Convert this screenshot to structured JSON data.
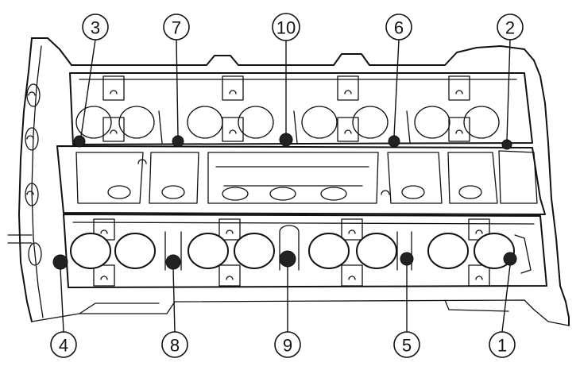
{
  "diagram": {
    "callouts_top": [
      {
        "label": "3",
        "bolt_index": 0
      },
      {
        "label": "7",
        "bolt_index": 1
      },
      {
        "label": "10",
        "bolt_index": 2
      },
      {
        "label": "6",
        "bolt_index": 3
      },
      {
        "label": "2",
        "bolt_index": 4
      }
    ],
    "callouts_bottom": [
      {
        "label": "4",
        "bolt_index": 5
      },
      {
        "label": "8",
        "bolt_index": 6
      },
      {
        "label": "9",
        "bolt_index": 7
      },
      {
        "label": "5",
        "bolt_index": 8
      },
      {
        "label": "1",
        "bolt_index": 9
      }
    ],
    "colors": {
      "ink": "#111111",
      "paper": "#ffffff"
    }
  }
}
